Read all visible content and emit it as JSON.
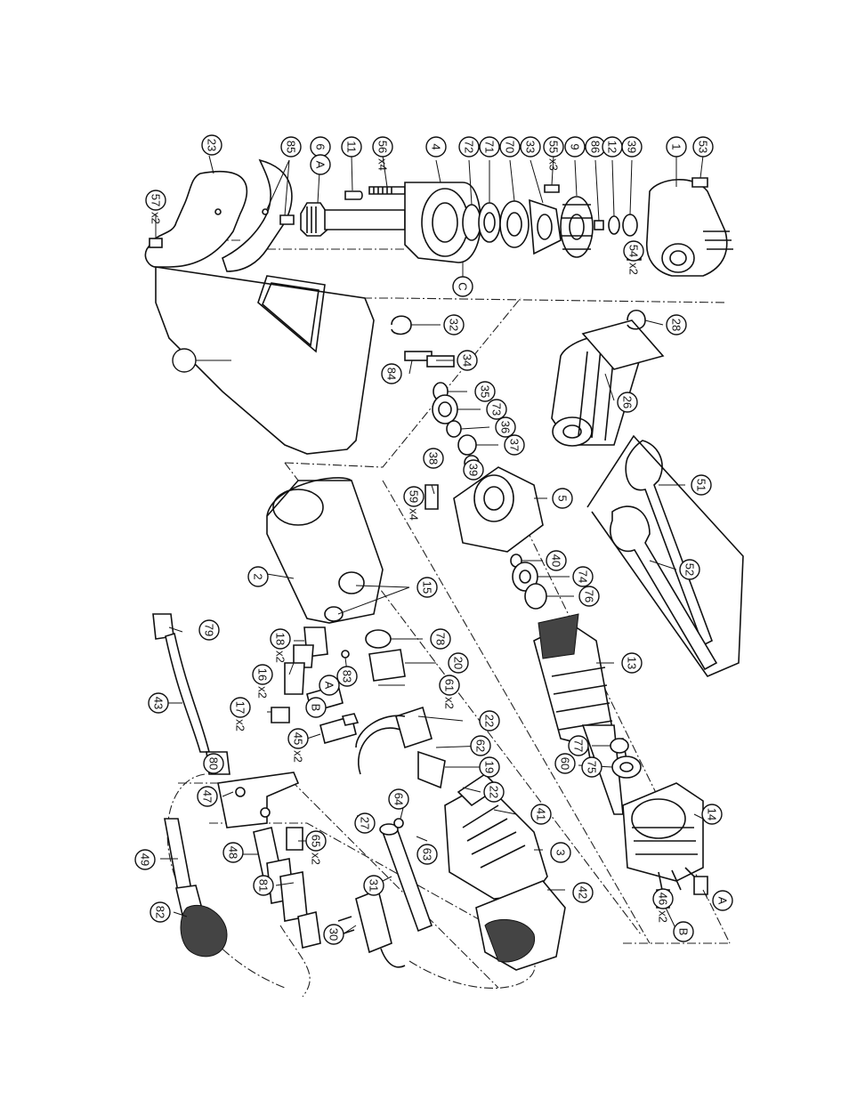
{
  "callouts": [
    {
      "id": "c23",
      "label": "23"
    },
    {
      "id": "c57",
      "label": "57",
      "qty": "x2"
    },
    {
      "id": "c85",
      "label": "85"
    },
    {
      "id": "c6",
      "label": "6"
    },
    {
      "id": "cA1",
      "label": "A"
    },
    {
      "id": "c11",
      "label": "11"
    },
    {
      "id": "c56",
      "label": "56",
      "qty": "x4"
    },
    {
      "id": "c4",
      "label": "4"
    },
    {
      "id": "c72",
      "label": "72"
    },
    {
      "id": "c71",
      "label": "71"
    },
    {
      "id": "c70",
      "label": "70"
    },
    {
      "id": "c33",
      "label": "33"
    },
    {
      "id": "c55",
      "label": "55",
      "qty": "x3"
    },
    {
      "id": "c9",
      "label": "9"
    },
    {
      "id": "c86",
      "label": "86"
    },
    {
      "id": "c12",
      "label": "12"
    },
    {
      "id": "c39a",
      "label": "39"
    },
    {
      "id": "c1",
      "label": "1"
    },
    {
      "id": "c53",
      "label": "53"
    },
    {
      "id": "c54",
      "label": "54",
      "qty": "x2"
    },
    {
      "id": "cC",
      "label": "C"
    },
    {
      "id": "c28",
      "label": "28"
    },
    {
      "id": "c32",
      "label": "32"
    },
    {
      "id": "c84",
      "label": "84"
    },
    {
      "id": "c34",
      "label": "34"
    },
    {
      "id": "c35",
      "label": "35"
    },
    {
      "id": "c73",
      "label": "73"
    },
    {
      "id": "c36",
      "label": "36"
    },
    {
      "id": "c37",
      "label": "37"
    },
    {
      "id": "c38",
      "label": "38"
    },
    {
      "id": "c39b",
      "label": "39"
    },
    {
      "id": "c26",
      "label": "26"
    },
    {
      "id": "c59",
      "label": "59",
      "qty": "x4"
    },
    {
      "id": "c5",
      "label": "5"
    },
    {
      "id": "c51",
      "label": "51"
    },
    {
      "id": "c52",
      "label": "52"
    },
    {
      "id": "c40",
      "label": "40"
    },
    {
      "id": "c74",
      "label": "74"
    },
    {
      "id": "c76",
      "label": "76"
    },
    {
      "id": "c2",
      "label": "2"
    },
    {
      "id": "c15",
      "label": "15"
    },
    {
      "id": "c79",
      "label": "79"
    },
    {
      "id": "c18",
      "label": "18",
      "qty": "x2"
    },
    {
      "id": "c78",
      "label": "78"
    },
    {
      "id": "c16",
      "label": "16",
      "qty": "x2"
    },
    {
      "id": "c83",
      "label": "83"
    },
    {
      "id": "c20",
      "label": "20"
    },
    {
      "id": "c13",
      "label": "13"
    },
    {
      "id": "c43",
      "label": "43"
    },
    {
      "id": "c17",
      "label": "17",
      "qty": "x2"
    },
    {
      "id": "cA2",
      "label": "A"
    },
    {
      "id": "c61",
      "label": "61",
      "qty": "x2"
    },
    {
      "id": "cB1",
      "label": "B"
    },
    {
      "id": "c22a",
      "label": "22"
    },
    {
      "id": "c45",
      "label": "45",
      "qty": "x2"
    },
    {
      "id": "c62",
      "label": "62"
    },
    {
      "id": "c77",
      "label": "77"
    },
    {
      "id": "c80",
      "label": "80"
    },
    {
      "id": "c19",
      "label": "19"
    },
    {
      "id": "c60",
      "label": "60"
    },
    {
      "id": "c75",
      "label": "75"
    },
    {
      "id": "c47",
      "label": "47"
    },
    {
      "id": "c64",
      "label": "64"
    },
    {
      "id": "c22b",
      "label": "22"
    },
    {
      "id": "c27",
      "label": "27"
    },
    {
      "id": "c41",
      "label": "41"
    },
    {
      "id": "c14",
      "label": "14"
    },
    {
      "id": "c65",
      "label": "65",
      "qty": "x2"
    },
    {
      "id": "c63",
      "label": "63"
    },
    {
      "id": "c48",
      "label": "48"
    },
    {
      "id": "c3",
      "label": "3"
    },
    {
      "id": "c49",
      "label": "49"
    },
    {
      "id": "c81",
      "label": "81"
    },
    {
      "id": "c31",
      "label": "31"
    },
    {
      "id": "c42",
      "label": "42"
    },
    {
      "id": "c46",
      "label": "46",
      "qty": "x2"
    },
    {
      "id": "cA3",
      "label": "A"
    },
    {
      "id": "c82",
      "label": "82"
    },
    {
      "id": "c30",
      "label": "30"
    },
    {
      "id": "cB2",
      "label": "B"
    },
    {
      "id": "cBlank",
      "label": ""
    }
  ]
}
